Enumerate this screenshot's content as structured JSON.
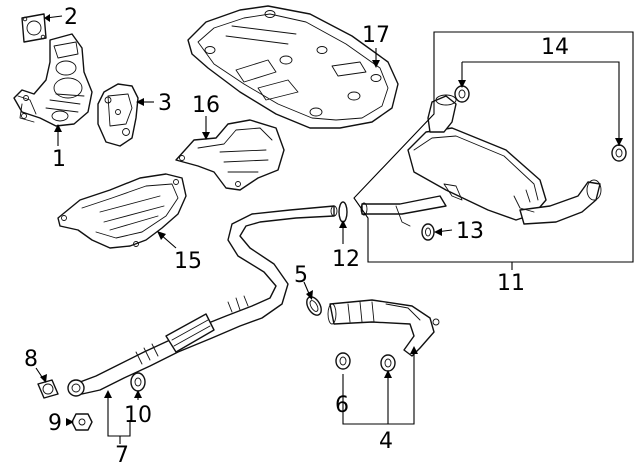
{
  "callouts": {
    "c1": "1",
    "c2": "2",
    "c3": "3",
    "c4": "4",
    "c5": "5",
    "c6": "6",
    "c7": "7",
    "c8": "8",
    "c9": "9",
    "c10": "10",
    "c11": "11",
    "c12": "12",
    "c13": "13",
    "c14": "14",
    "c15": "15",
    "c16": "16",
    "c17": "17"
  },
  "colors": {
    "line": "#111111",
    "background": "#ffffff",
    "shade": "#e6e6e6"
  }
}
